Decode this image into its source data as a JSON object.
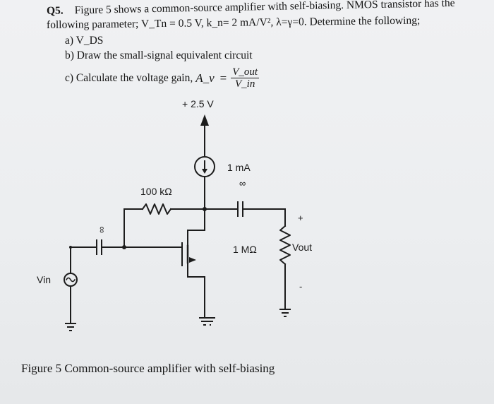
{
  "question": {
    "number": "Q5.",
    "line1": "Figure 5 shows a common-source amplifier with self-biasing. NMOS transistor has the",
    "line2": "following parameter; V_Tn = 0.5 V, k_n= 2 mA/V², λ=γ=0. Determine the following;",
    "items": {
      "a": {
        "marker": "a)",
        "text": "V_DS"
      },
      "b": {
        "marker": "b)",
        "text": "Draw the small-signal equivalent circuit"
      },
      "c": {
        "marker": "c)",
        "text": "Calculate the voltage gain,",
        "symbol": "A_v",
        "equals": "=",
        "numerator": "V_out",
        "denominator": "V_in"
      }
    }
  },
  "circuit": {
    "supply_label": "+ 2.5 V",
    "current_source_label": "1 mA",
    "feedback_resistor_label": "100 kΩ",
    "input_cap_label": "∞",
    "output_cap_label": "∞",
    "load_resistor_label": "1 MΩ",
    "output_label": "Vout",
    "output_plus": "+",
    "output_minus": "-",
    "input_label": "Vin"
  },
  "caption": "Figure 5 Common-source amplifier with self-biasing"
}
